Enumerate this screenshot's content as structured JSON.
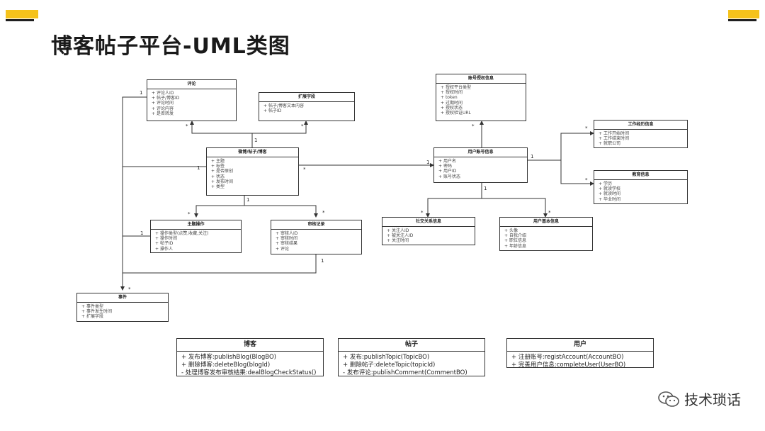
{
  "page": {
    "title": "博客帖子平台-UML类图"
  },
  "classes": {
    "comment": {
      "name": "评论",
      "attrs": [
        "评论人ID",
        "帖子/博客ID",
        "评论时间",
        "评论内容",
        "是否转发"
      ]
    },
    "ext": {
      "name": "扩展字段",
      "attrs": [
        "帖子/博客文本内容",
        "帖子ID"
      ]
    },
    "post": {
      "name": "微博/帖子/博客",
      "attrs": [
        "主题",
        "标签",
        "是否原创",
        "状态",
        "发布时间",
        "类型"
      ]
    },
    "topicop": {
      "name": "主题操作",
      "attrs": [
        "操作类型(点赞,收藏,关注)",
        "操作时间",
        "帖子ID",
        "操作人"
      ]
    },
    "audit": {
      "name": "审核记录",
      "attrs": [
        "审核人ID",
        "审核时间",
        "审核结果",
        "评论"
      ]
    },
    "event": {
      "name": "事件",
      "attrs": [
        "事件类型",
        "事件发生时间",
        "扩展字段"
      ]
    },
    "auth": {
      "name": "账号授权信息",
      "attrs": [
        "授权平台类型",
        "授权时间",
        "token",
        "过期时间",
        "授权状态",
        "授权验证URL"
      ]
    },
    "account": {
      "name": "用户账号信息",
      "attrs": [
        "用户名",
        "密码",
        "用户ID",
        "账号状态"
      ]
    },
    "work": {
      "name": "工作经历信息",
      "attrs": [
        "工作开始时间",
        "工作结束时间",
        "就职公司"
      ]
    },
    "edu": {
      "name": "教育信息",
      "attrs": [
        "学历",
        "就读学校",
        "就读时间",
        "毕业时间"
      ]
    },
    "social": {
      "name": "社交关系信息",
      "attrs": [
        "关注人ID",
        "被关注人ID",
        "关注时间"
      ]
    },
    "basic": {
      "name": "用户基本信息",
      "attrs": [
        "头像",
        "自我介绍",
        "职位信息",
        "年龄信息"
      ]
    }
  },
  "operations": {
    "blog": {
      "name": "博客",
      "items": [
        "+ 发布博客:publishBlog(BlogBO)",
        "+ 删除博客:deleteBlog(blogId)",
        "- 处理博客发布审核结果:dealBlogCheckStatus()"
      ]
    },
    "topic": {
      "name": "帖子",
      "items": [
        "+ 发布:publishTopic(TopicBO)",
        "+ 删除帖子:deleteTopic(topicId)",
        "- 发布评论:publishComment(CommentBO)"
      ]
    },
    "user": {
      "name": "用户",
      "items": [
        "+ 注册账号:registAccount(AccountBO)",
        "+ 完善用户信息:completeUser(UserBO)"
      ]
    }
  },
  "multiplicity": {
    "one": "1",
    "many": "*"
  },
  "brand": {
    "name": "技术琐话",
    "icon": "wechat-icon"
  },
  "colors": {
    "accent": "#f5c21b"
  }
}
